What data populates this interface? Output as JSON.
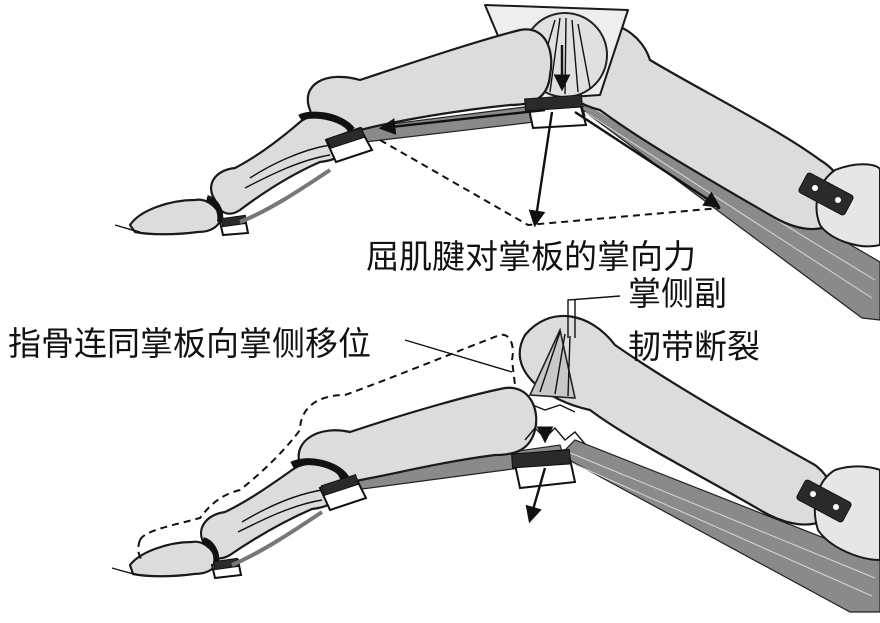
{
  "labels": {
    "flexor_force": "屈肌腱对掌板的掌向力",
    "volar_shift": "指骨连同掌板向掌侧移位",
    "ligament_line1": "掌侧副",
    "ligament_line2": "韧带断裂"
  },
  "colors": {
    "bone_fill": "#dcdcdc",
    "tendon": "#8a8a8a",
    "outline": "#1a1a1a",
    "background": "#ffffff"
  }
}
